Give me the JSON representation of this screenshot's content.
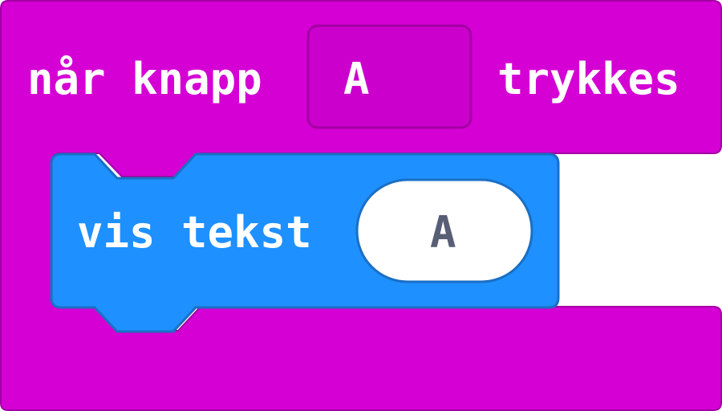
{
  "event_block": {
    "label_before": "når knapp",
    "button_dropdown": {
      "selected": "A"
    },
    "label_after": "trykkes",
    "color": "#d400d4",
    "border_color": "#a300a3"
  },
  "show_string_block": {
    "label": "vis tekst",
    "text_value": "A",
    "color": "#1e90ff",
    "border_color": "#1a6fc4"
  },
  "string_input_color": "#ffffff",
  "string_text_color": "#575e75"
}
